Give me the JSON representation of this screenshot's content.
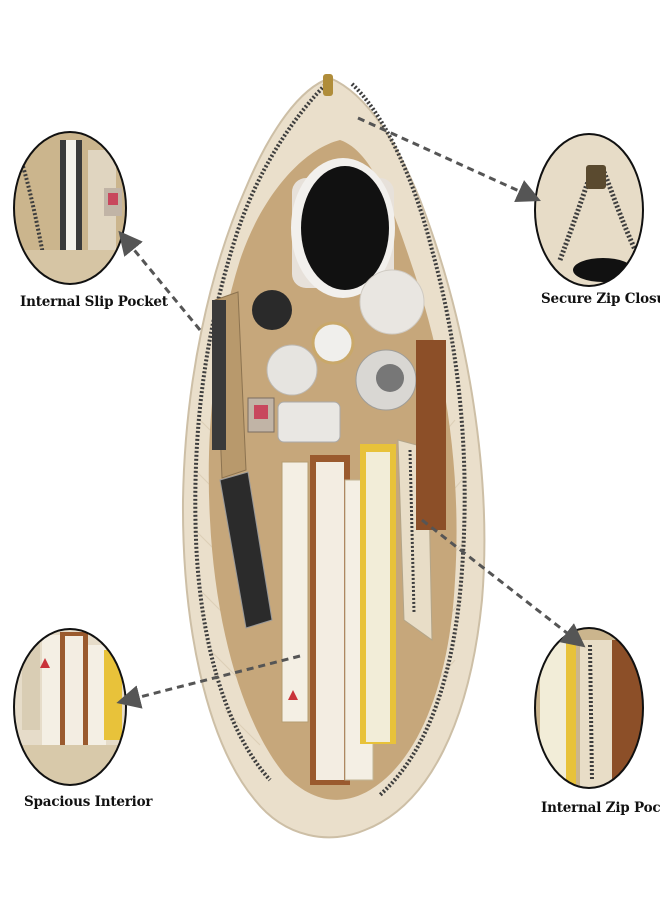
{
  "labels": {
    "internal_slip_pocket": "Internal Slip Pocket",
    "secure_zip_closure": "Secure Zip Closure",
    "spacious_interior": "Spacious Interior",
    "internal_zip_pocket": "Internal Zip Pocket"
  },
  "colors": {
    "bag_outer": "#e9dfcc",
    "bag_lining": "#c9ab80",
    "zipper": "#4a4a4a",
    "book_yellow": "#e8c23a",
    "book_brown": "#9a5a2e",
    "arrow": "#555555"
  }
}
